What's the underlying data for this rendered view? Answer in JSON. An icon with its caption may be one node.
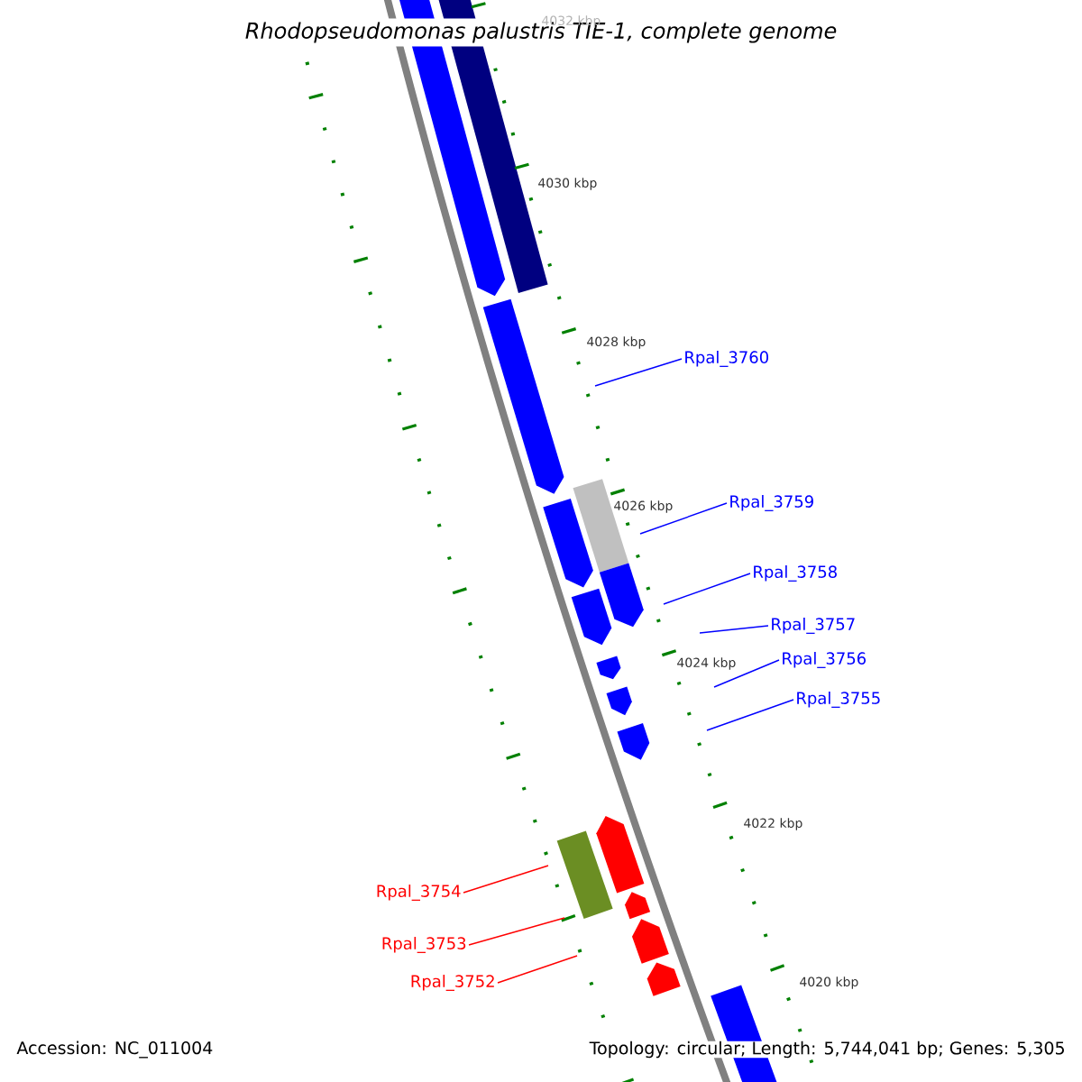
{
  "diagram": {
    "title": "Rhodopseudomonas palustris TIE-1, complete genome",
    "nodes": [
      {
        "text": [
          "Rpal_3760"
        ]
      },
      {
        "text": [
          "Rpal_3759"
        ]
      },
      {
        "text": [
          "Rpal_3758"
        ]
      },
      {
        "text": [
          "Rpal_3757"
        ]
      },
      {
        "text": [
          "Rpal_3756"
        ]
      },
      {
        "text": [
          "Rpal_3755"
        ]
      },
      {
        "text": [
          "Rpal_3754"
        ]
      },
      {
        "text": [
          "Rpal_3753"
        ]
      },
      {
        "text": [
          "Rpal_3752"
        ]
      }
    ],
    "edges": [
      {
        "from": 0,
        "to": null,
        "arrow": "none"
      },
      {
        "from": 1,
        "to": null,
        "arrow": "none"
      },
      {
        "from": 2,
        "to": null,
        "arrow": "none"
      },
      {
        "from": 3,
        "to": null,
        "arrow": "none"
      },
      {
        "from": 4,
        "to": null,
        "arrow": "none"
      },
      {
        "from": 5,
        "to": null,
        "arrow": "none"
      },
      {
        "from": 6,
        "to": null,
        "arrow": "none",
        "color": "#ff0000"
      },
      {
        "from": 7,
        "to": null,
        "arrow": "none",
        "color": "#ff0000"
      },
      {
        "from": 8,
        "to": null,
        "arrow": "none",
        "color": "#ff0000"
      }
    ],
    "labels": [
      "4032 kbp",
      "4030 kbp",
      "4028 kbp",
      "4026 kbp",
      "4024 kbp",
      "4022 kbp",
      "4020 kbp",
      "Accession: NC_011004",
      "Topology: circular; Length: 5,744,041 bp; Genes: 5,305"
    ]
  }
}
